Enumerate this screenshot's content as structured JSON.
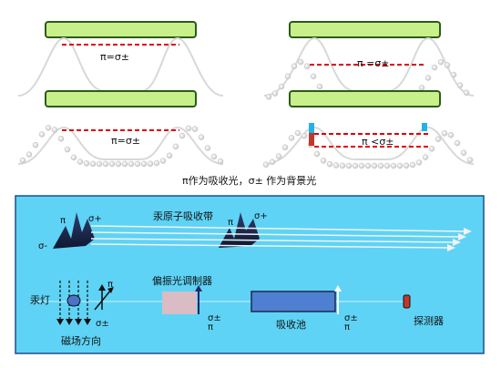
{
  "top_panels": {
    "p1_label": "π=σ±",
    "p2_label": "π =σ±",
    "p3_label": "π=σ±",
    "p4_label": "π <σ±"
  },
  "caption": "π作为吸收光，σ± 作为背景光",
  "bottom": {
    "band_label": "汞原子吸收带",
    "pi_label": "π",
    "sigma_plus": "σ+",
    "sigma_minus": "σ-",
    "lamp_label": "汞灯",
    "field_label": "磁场方向",
    "pi_arrow_label": "π",
    "pm_label": "σ±",
    "modulator_label": "偏振光调制器",
    "cell_label": "吸收池",
    "detector_label": "探测器",
    "mod_out_sigma": "σ±",
    "mod_out_pi": "π",
    "cell_out_sigma": "σ±",
    "cell_out_pi": "π"
  },
  "colors": {
    "bar_fill": "#c8f08a",
    "bar_stroke": "#2d5a1a",
    "red_line": "#e00000",
    "panel_bg": "#5fd3f5",
    "panel_border": "#1a4f8a",
    "cell_fill": "#4f7fd0",
    "modulator_fill": "#d9bcc4",
    "detector_fill": "#c0392b"
  }
}
